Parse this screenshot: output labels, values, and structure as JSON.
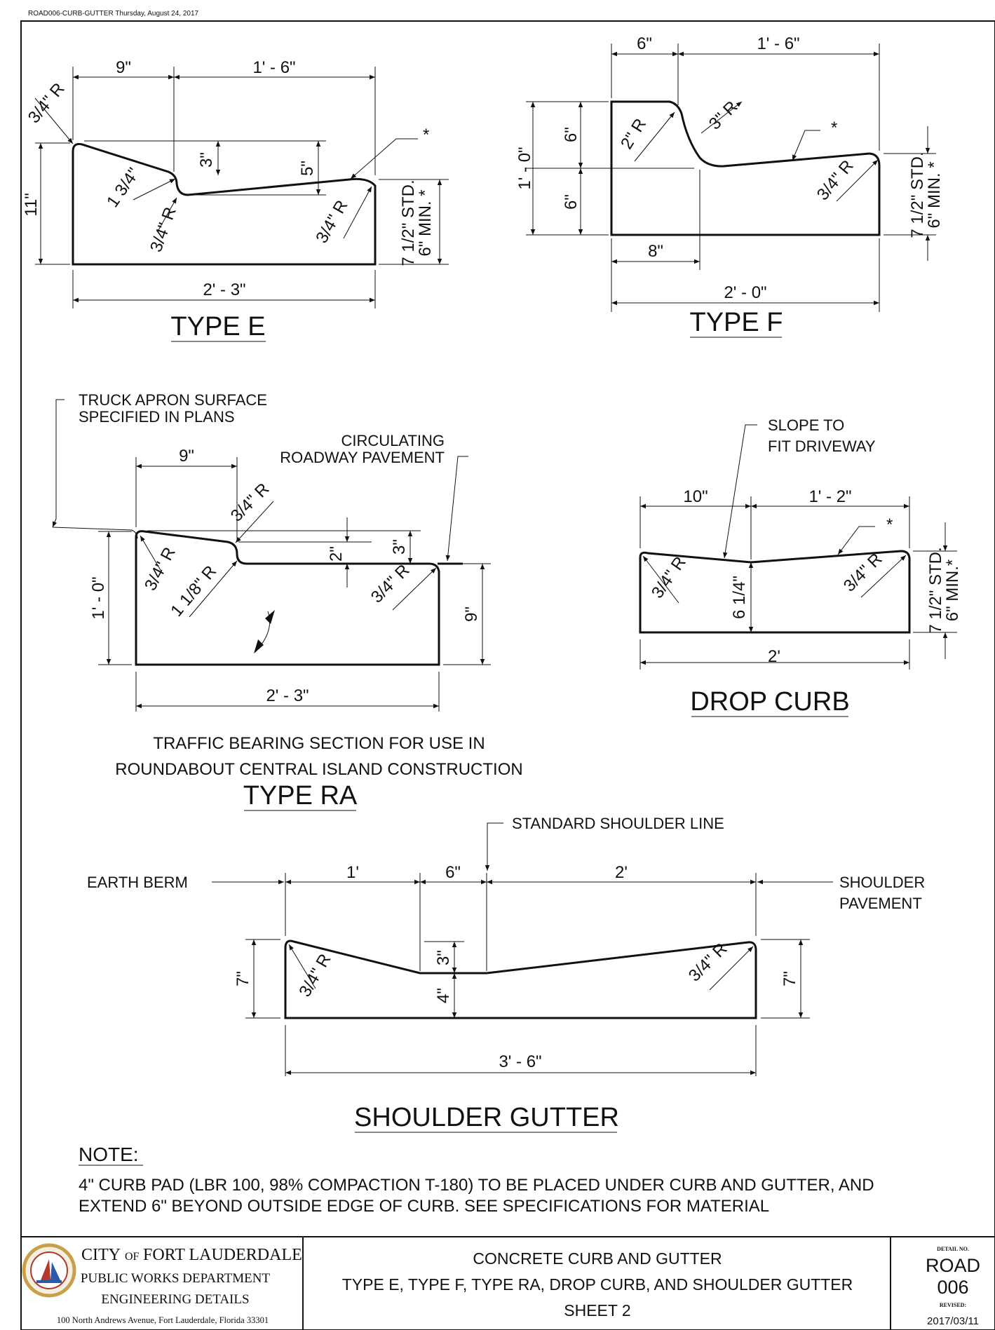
{
  "header": "ROAD006-CURB-GUTTER Thursday, August 24, 2017",
  "type_e": {
    "title": "TYPE E",
    "dims": {
      "w1": "9\"",
      "w2": "1' - 6\"",
      "total": "2' - 3\"",
      "height": "11\"",
      "d3": "3\"",
      "d5": "5\"",
      "std": "7 1/2\" STD.",
      "min": "6\" MIN. *",
      "star": "*",
      "r1": "3/4\" R",
      "r2": "1 3/4\"",
      "r3": "3/4\" R",
      "r4": "3/4\" R"
    }
  },
  "type_f": {
    "title": "TYPE F",
    "dims": {
      "w1": "6\"",
      "w2": "1' - 6\"",
      "total": "2' - 0\"",
      "height": "1' - 0\"",
      "h1": "6\"",
      "h2": "6\"",
      "w8": "8\"",
      "r2": "2\" R",
      "r3": "3\" R",
      "r4": "3/4\" R",
      "std": "7 1/2\" STD.",
      "min": "6\" MIN. *",
      "star": "*"
    }
  },
  "type_ra": {
    "title": "TYPE RA",
    "truck_note_1": "TRUCK APRON SURFACE",
    "truck_note_2": "SPECIFIED IN PLANS",
    "circ_note_1": "CIRCULATING",
    "circ_note_2": "ROADWAY PAVEMENT",
    "caption_1": "TRAFFIC BEARING SECTION FOR USE IN",
    "caption_2": "ROUNDABOUT CENTRAL ISLAND CONSTRUCTION",
    "dims": {
      "w1": "9\"",
      "total": "2' - 3\"",
      "height": "1' - 0\"",
      "d2": "2\"",
      "d3": "3\"",
      "d9": "9\"",
      "r1": "3/4\" R",
      "r2": "3/4\" R",
      "r3": "1 1/8\" R",
      "r4": "3/4\" R"
    }
  },
  "drop_curb": {
    "title": "DROP CURB",
    "slope_1": "SLOPE TO",
    "slope_2": "FIT DRIVEWAY",
    "dims": {
      "w1": "10\"",
      "w2": "1' - 2\"",
      "total": "2'",
      "mid": "6 1/4\"",
      "r1": "3/4\" R",
      "r2": "3/4\" R",
      "std": "7 1/2\" STD.",
      "min": "6\" MIN.*",
      "star": "*"
    }
  },
  "shoulder_gutter": {
    "title": "SHOULDER GUTTER",
    "earth_berm": "EARTH BERM",
    "std_line": "STANDARD SHOULDER LINE",
    "pavement_1": "SHOULDER",
    "pavement_2": "PAVEMENT",
    "dims": {
      "w1": "1'",
      "w2": "6\"",
      "w3": "2'",
      "total": "3' - 6\"",
      "h_left": "7\"",
      "h_right": "7\"",
      "d3": "3\"",
      "d4": "4\"",
      "r1": "3/4\" R",
      "r2": "3/4\" R"
    }
  },
  "note": {
    "heading": "NOTE:",
    "line1": "4\" CURB PAD (LBR 100, 98% COMPACTION T-180) TO BE PLACED UNDER CURB AND GUTTER, AND",
    "line2": "EXTEND 6\" BEYOND OUTSIDE EDGE OF CURB. SEE SPECIFICATIONS FOR MATERIAL"
  },
  "title_block": {
    "city_1": "CITY",
    "city_of": "OF",
    "city_2": "FORT LAUDERDALE",
    "dept": "PUBLIC WORKS DEPARTMENT",
    "eng": "ENGINEERING DETAILS",
    "address": "100 North Andrews Avenue, Fort Lauderdale, Florida 33301",
    "title_1": "CONCRETE CURB AND GUTTER",
    "title_2": "TYPE E, TYPE F, TYPE RA, DROP CURB, AND SHOULDER GUTTER",
    "title_3": "SHEET 2",
    "detail_label": "DETAIL NO.",
    "detail_1": "ROAD",
    "detail_2": "006",
    "revised_label": "REVISED:",
    "revised": "2017/03/11"
  }
}
